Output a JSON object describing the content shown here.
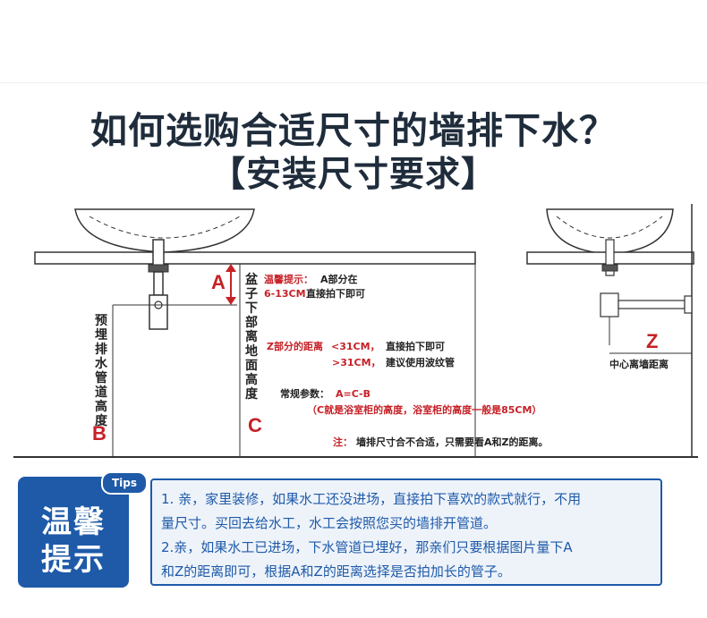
{
  "title": {
    "line1": "如何选购合适尺寸的墙排下水？",
    "line2": "【安装尺寸要求】"
  },
  "diagram": {
    "label_a": "A",
    "label_b": "B",
    "label_c": "C",
    "label_z": "Z",
    "vertical_b": [
      "预",
      "埋",
      "排",
      "水",
      "管",
      "道",
      "高",
      "度"
    ],
    "vertical_c": [
      "盆",
      "子",
      "下",
      "部",
      "离",
      "地",
      "面",
      "高",
      "度"
    ],
    "hint_title": "温馨提示：",
    "hint_a_part1": "A部分在",
    "hint_a_range": "6-13CM",
    "hint_a_part2": "直接拍下即可",
    "z_rule_1_label": "Z部分的距离",
    "z_rule_1_value": "<31CM，",
    "z_rule_1_text": "直接拍下即可",
    "z_rule_2_value": ">31CM，",
    "z_rule_2_text": "建议使用波纹管",
    "params_label": "常规参数：",
    "params_formula": "A=C-B",
    "params_note": "（C就是浴室柜的高度，浴室柜的高度一般是85CM）",
    "note_label": "注：",
    "note_text": "墙排尺寸合不合适，只需要看A和Z的距离。",
    "z_caption": "中心离墙距离"
  },
  "tips": {
    "corner": "Tips",
    "badge_line1": "温馨",
    "badge_line2": "提示",
    "text_lines": [
      "1. 亲，家里装修，如果水工还没进场，直接拍下喜欢的款式就行，不用",
      "量尺寸。买回去给水工，水工会按照您买的墙排开管道。",
      "2.亲，如果水工已进场，下水管道已埋好，那亲们只要根据图片量下A",
      "和Z的距离即可，根据A和Z的距离选择是否拍加长的管子。"
    ]
  },
  "colors": {
    "title": "#1f2c3b",
    "accent_red": "#c62127",
    "tip_blue": "#1e5aa8",
    "line": "#333333"
  }
}
